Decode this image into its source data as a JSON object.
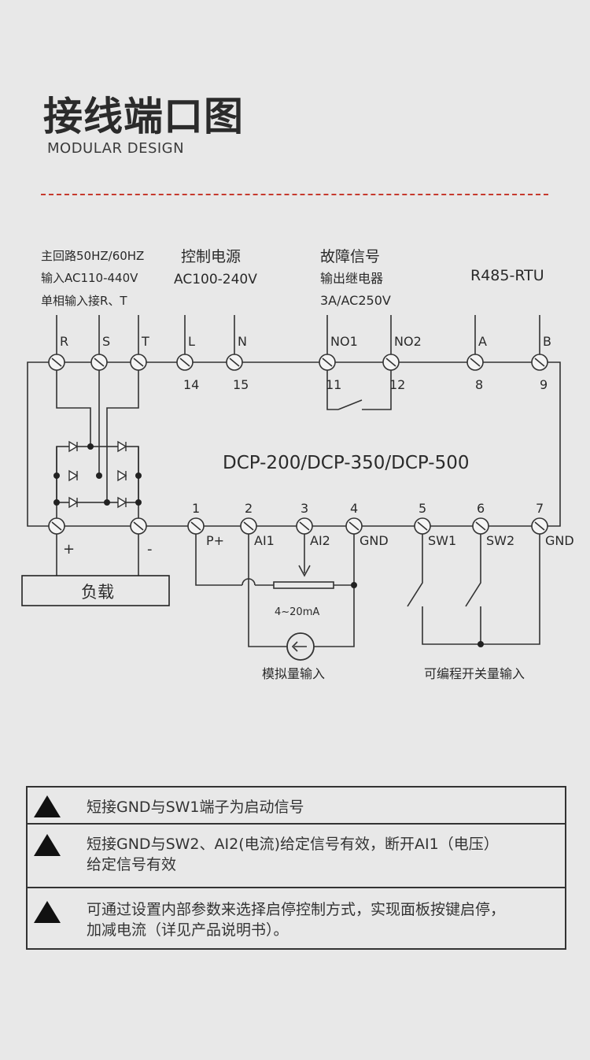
{
  "header": {
    "title": "接线端口图",
    "subtitle": "MODULAR DESIGN"
  },
  "groups": {
    "main": [
      "主回路50HZ/60HZ",
      "输入AC110-440V",
      "单相输入接R、T"
    ],
    "control_power": [
      "控制电源",
      "AC100-240V"
    ],
    "fault": [
      "故障信号",
      "输出继电器",
      "3A/AC250V"
    ],
    "comm": [
      "R485-RTU"
    ]
  },
  "top_terminals": [
    {
      "label": "R",
      "num": ""
    },
    {
      "label": "S",
      "num": ""
    },
    {
      "label": "T",
      "num": ""
    },
    {
      "label": "L",
      "num": "14"
    },
    {
      "label": "N",
      "num": "15"
    },
    {
      "label": "NO1",
      "num": "11"
    },
    {
      "label": "NO2",
      "num": "12"
    },
    {
      "label": "A",
      "num": "8"
    },
    {
      "label": "B",
      "num": "9"
    }
  ],
  "model": "DCP-200/DCP-350/DCP-500",
  "bottom_terminals": [
    {
      "num": "1",
      "label": "P+"
    },
    {
      "num": "2",
      "label": "AI1"
    },
    {
      "num": "3",
      "label": "AI2"
    },
    {
      "num": "4",
      "label": "GND"
    },
    {
      "num": "5",
      "label": "SW1"
    },
    {
      "num": "6",
      "label": "SW2"
    },
    {
      "num": "7",
      "label": "GND"
    }
  ],
  "load": {
    "plus": "+",
    "minus": "-",
    "label": "负载"
  },
  "analog": {
    "range": "4~20mA",
    "label": "模拟量输入"
  },
  "switch_input_label": "可编程开关量输入",
  "notes": [
    "短接GND与SW1端子为启动信号",
    "短接GND与SW2、AI2(电流)给定信号有效，断开AI1（电压）\n给定信号有效",
    "可通过设置内部参数来选择启停控制方式，实现面板按键启停，\n加减电流（详见产品说明书）。"
  ]
}
